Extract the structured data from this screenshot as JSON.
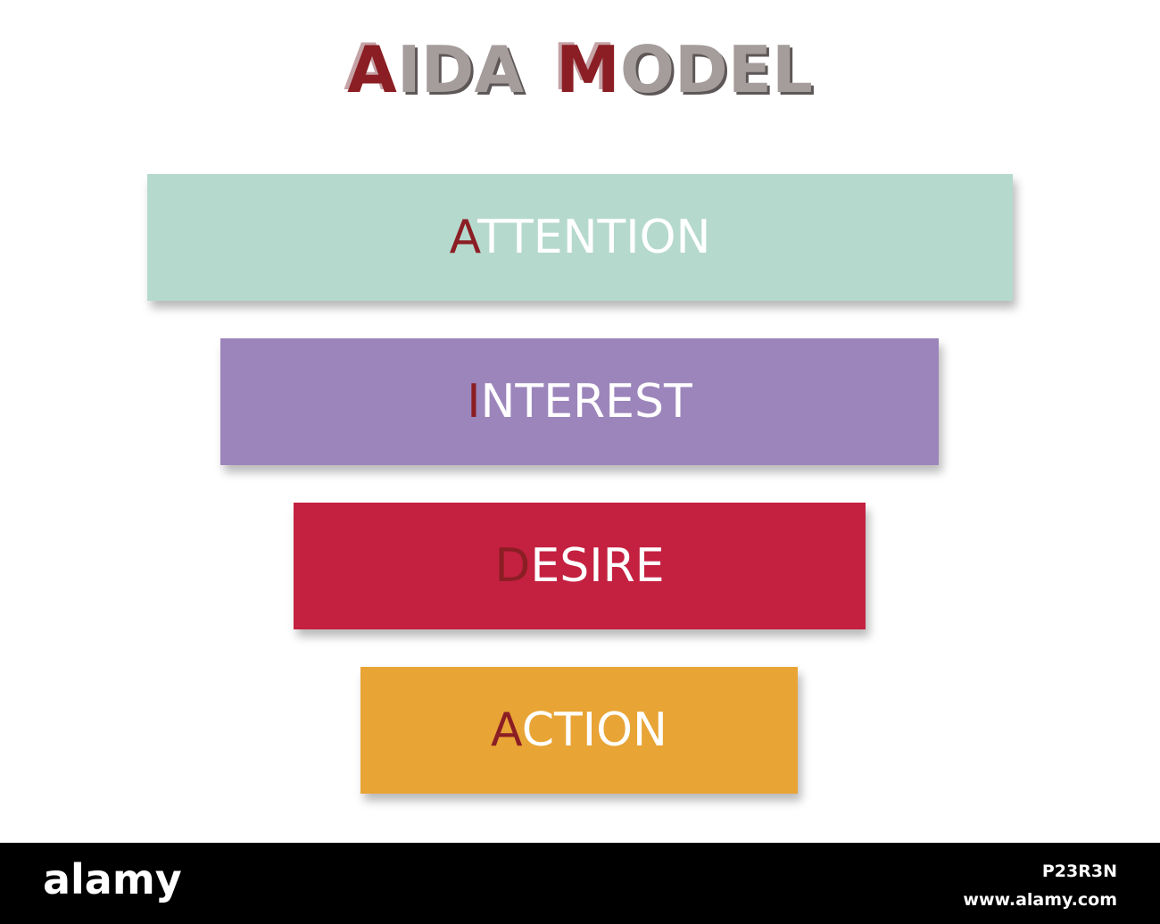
{
  "title": {
    "word1": {
      "first": "A",
      "rest": "IDA"
    },
    "word2": {
      "first": "M",
      "rest": "ODEL"
    }
  },
  "stages": [
    {
      "first": "A",
      "rest": "TTENTION",
      "color": "#b5d9cd"
    },
    {
      "first": "I",
      "rest": "NTEREST",
      "color": "#9c85bb"
    },
    {
      "first": "D",
      "rest": "ESIRE",
      "color": "#c42040"
    },
    {
      "first": "A",
      "rest": "CTION",
      "color": "#e8a435"
    }
  ],
  "footer": {
    "brand": "alamy",
    "image_id": "P23R3N",
    "site": "www.alamy.com"
  },
  "colors": {
    "highlight_letter": "#8b1e24",
    "title_gray": "#a59c9c",
    "footer_bg": "#000000"
  }
}
